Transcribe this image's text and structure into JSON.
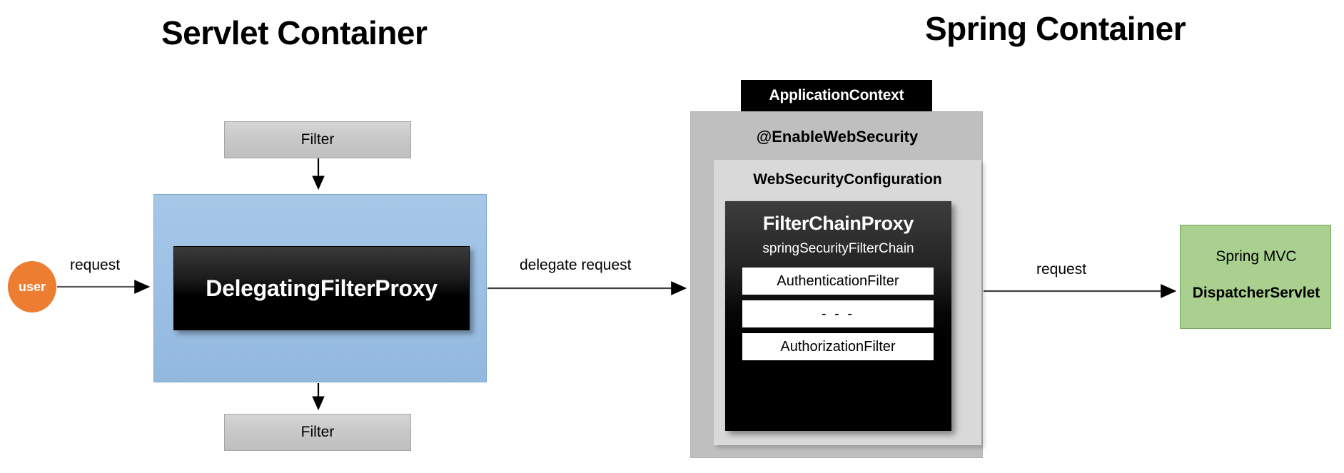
{
  "diagram": {
    "title_left": "Servlet Container",
    "title_right": "Spring Container",
    "user": {
      "label": "user",
      "color": "#ed7d31"
    },
    "servlet_container": {
      "filter_top_label": "Filter",
      "filter_bottom_label": "Filter",
      "proxy_wrapper_color": "#9cc0e4",
      "delegating_filter_proxy_label": "DelegatingFilterProxy"
    },
    "spring_container": {
      "application_context_label": "ApplicationContext",
      "enable_web_security_label": "@EnableWebSecurity",
      "web_security_configuration_label": "WebSecurityConfiguration",
      "filter_chain_proxy": {
        "title": "FilterChainProxy",
        "subtitle": "springSecurityFilterChain",
        "items": [
          "AuthenticationFilter",
          "- - -",
          "AuthorizationFilter"
        ]
      }
    },
    "spring_mvc": {
      "line1": "Spring MVC",
      "line2": "DispatcherServlet",
      "color": "#a9d08e"
    },
    "arrows": {
      "request_user_to_proxy": "request",
      "delegate_request": "delegate request",
      "request_to_mvc": "request"
    }
  }
}
